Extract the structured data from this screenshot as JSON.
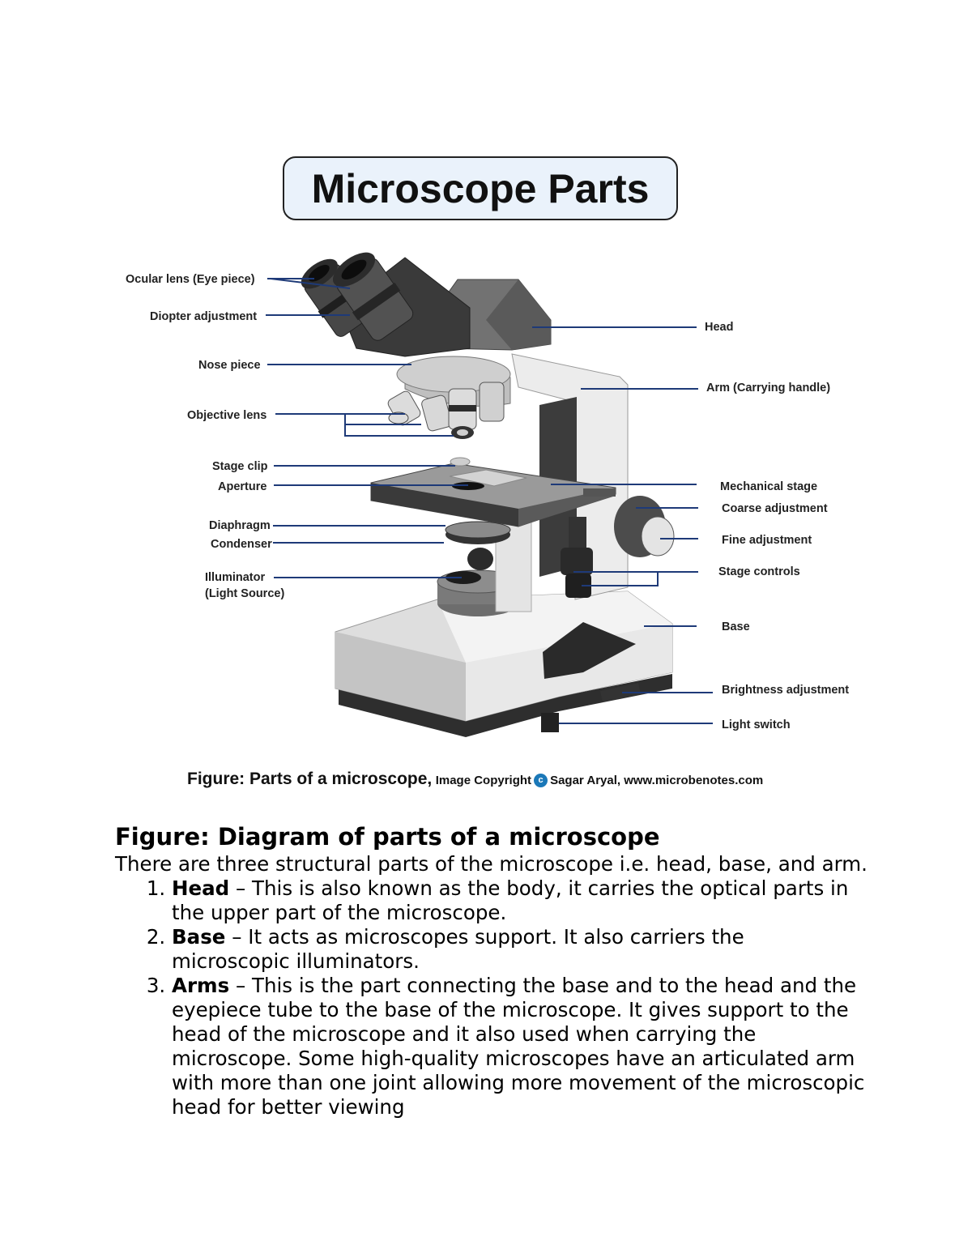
{
  "figure": {
    "banner_title": "Microscope Parts",
    "labels": {
      "ocular_lens": "Ocular lens (Eye piece)",
      "diopter_adjustment": "Diopter adjustment",
      "nose_piece": "Nose piece",
      "objective_lens": "Objective lens",
      "stage_clip": "Stage clip",
      "aperture": "Aperture",
      "diaphragm": "Diaphragm",
      "condenser": "Condenser",
      "illuminator": "Illuminator",
      "illuminator_sub": "(Light Source)",
      "head": "Head",
      "arm": "Arm (Carrying handle)",
      "mechanical_stage": "Mechanical stage",
      "coarse_adjustment": "Coarse adjustment",
      "fine_adjustment": "Fine adjustment",
      "stage_controls": "Stage controls",
      "base": "Base",
      "brightness_adjustment": "Brightness adjustment",
      "light_switch": "Light switch"
    },
    "caption_main": "Figure: Parts of a microscope,",
    "caption_credit_prefix": "Image Copyright",
    "caption_copyright_symbol": "c",
    "caption_credit": "Sagar Aryal, www.microbenotes.com"
  },
  "document": {
    "heading": "Figure: Diagram of parts of a microscope",
    "intro": "There are three structural parts of the microscope i.e. head, base, and arm.",
    "items": [
      {
        "term": "Head",
        "text": " – This is also known as the body, it carries the optical parts in the upper part of the microscope."
      },
      {
        "term": "Base",
        "text": " – It acts as microscopes support. It also carriers the microscopic illuminators."
      },
      {
        "term": "Arms",
        "text": " – This is the part connecting the base and to the head and the eyepiece tube to the base of the microscope. It gives support to the head of the microscope and it also used when carrying the microscope. Some high-quality microscopes have an articulated arm with more than one joint allowing more movement of the microscopic head for better viewing"
      }
    ]
  }
}
